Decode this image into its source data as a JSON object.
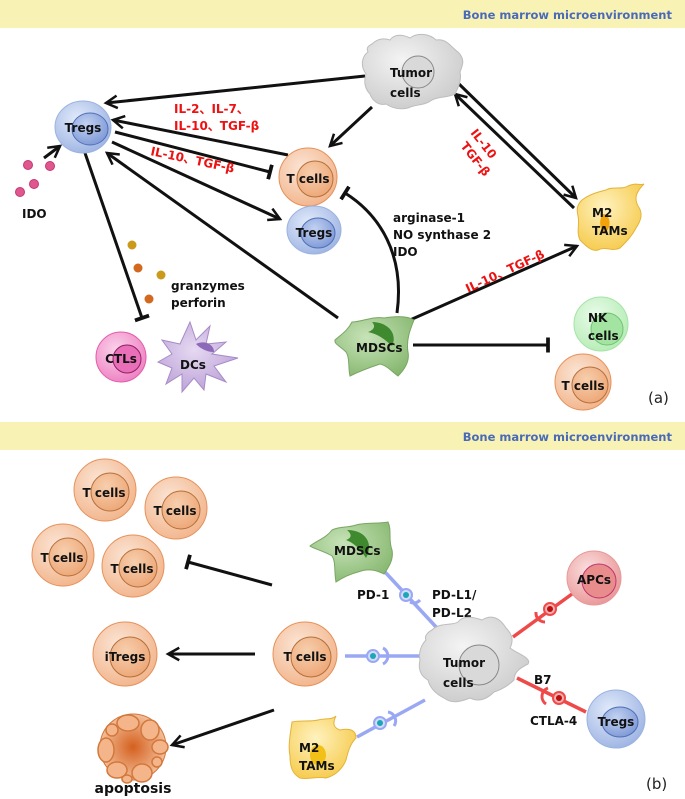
{
  "panel_a": {
    "banner": "Bone marrow microenvironment",
    "label": "(a)",
    "nodes": {
      "tregs_main": "Tregs",
      "tumor": [
        "Tumor",
        "cells"
      ],
      "t_cells": "T cells",
      "tregs_small": "Tregs",
      "m2_tams": [
        "M2",
        "TAMs"
      ],
      "mdscs": "MDSCs",
      "ctls": "CTLs",
      "dcs": "DCs",
      "nk_cells": [
        "NK",
        "cells"
      ],
      "t_cells_bottom": "T cells"
    },
    "labels": {
      "ido": "IDO",
      "cytokines_1": [
        "IL-2、IL-7、",
        "IL-10、TGF-β"
      ],
      "cytokines_2": "IL-10、TGF-β",
      "tumor_m2": [
        "IL-10",
        "TGF-β"
      ],
      "mdsc_m2": "IL-10、TGF-β",
      "mdsc_factors": [
        "arginase-1",
        "NO synthase 2",
        "IDO"
      ],
      "granzymes": [
        "granzymes",
        "perforin"
      ]
    }
  },
  "panel_b": {
    "banner": "Bone marrow microenvironment",
    "label": "(b)",
    "nodes": {
      "t_cells_group": [
        "T cells",
        "T cells",
        "T cells",
        "T cells"
      ],
      "itregs": "iTregs",
      "apoptosis": "apoptosis",
      "t_cells": "T cells",
      "mdscs": "MDSCs",
      "m2_tams": [
        "M2",
        "TAMs"
      ],
      "tumor": [
        "Tumor",
        "cells"
      ],
      "apcs": "APCs",
      "tregs": "Tregs"
    },
    "labels": {
      "pd1": "PD-1",
      "pdl": [
        "PD-L1/",
        "PD-L2"
      ],
      "b7": "B7",
      "ctla4": "CTLA-4"
    }
  },
  "colors": {
    "banner_bg": "#f8f3b5",
    "banner_text": "#4a6ab8",
    "cytokine_red": "#ee1111",
    "checkpoint_blue": "#9aa8f4",
    "checkpoint_red": "#ef4a4a",
    "receptor_teal": "#1aa7b8"
  }
}
